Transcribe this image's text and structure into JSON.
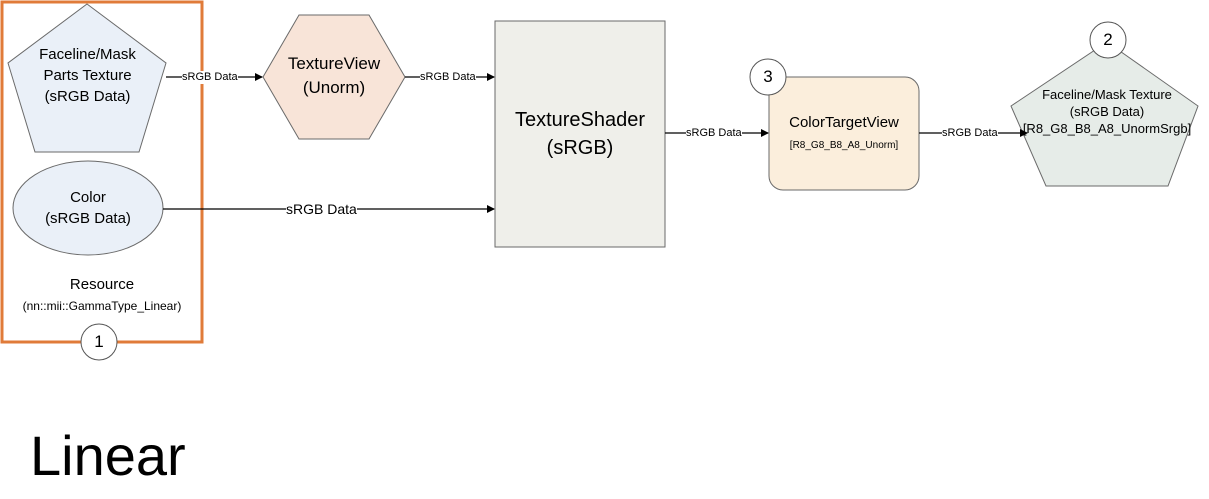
{
  "resource_group": {
    "title": "Resource",
    "subtitle": "(nn::mii::GammaType_Linear)",
    "badge": "1",
    "border_color": "#e07b39"
  },
  "nodes": {
    "faceline_mask_parts_texture": {
      "lines": [
        "Faceline/Mask",
        "Parts Texture",
        "(sRGB Data)"
      ],
      "fill": "#eaf0f8"
    },
    "color": {
      "lines": [
        "Color",
        "(sRGB Data)"
      ],
      "fill": "#eaf0f8"
    },
    "texture_view": {
      "lines": [
        "TextureView",
        "(Unorm)"
      ],
      "fill": "#f8e4d8"
    },
    "texture_shader": {
      "lines": [
        "TextureShader",
        "(sRGB)"
      ],
      "fill": "#efefea"
    },
    "color_target_view": {
      "title": "ColorTargetView",
      "format": "[R8_G8_B8_A8_Unorm]",
      "badge": "3",
      "fill": "#fbeedc"
    },
    "faceline_mask_texture": {
      "lines": [
        "Faceline/Mask Texture",
        "(sRGB Data)",
        "[R8_G8_B8_A8_UnormSrgb]"
      ],
      "badge": "2",
      "fill": "#e6ece8"
    }
  },
  "edges": [
    {
      "from": "faceline_mask_parts_texture",
      "to": "texture_view",
      "label": "sRGB Data"
    },
    {
      "from": "texture_view",
      "to": "texture_shader",
      "label": "sRGB Data"
    },
    {
      "from": "color",
      "to": "texture_shader",
      "label": "sRGB Data"
    },
    {
      "from": "texture_shader",
      "to": "color_target_view",
      "label": "sRGB Data"
    },
    {
      "from": "color_target_view",
      "to": "faceline_mask_texture",
      "label": "sRGB Data"
    }
  ],
  "caption": "Linear"
}
